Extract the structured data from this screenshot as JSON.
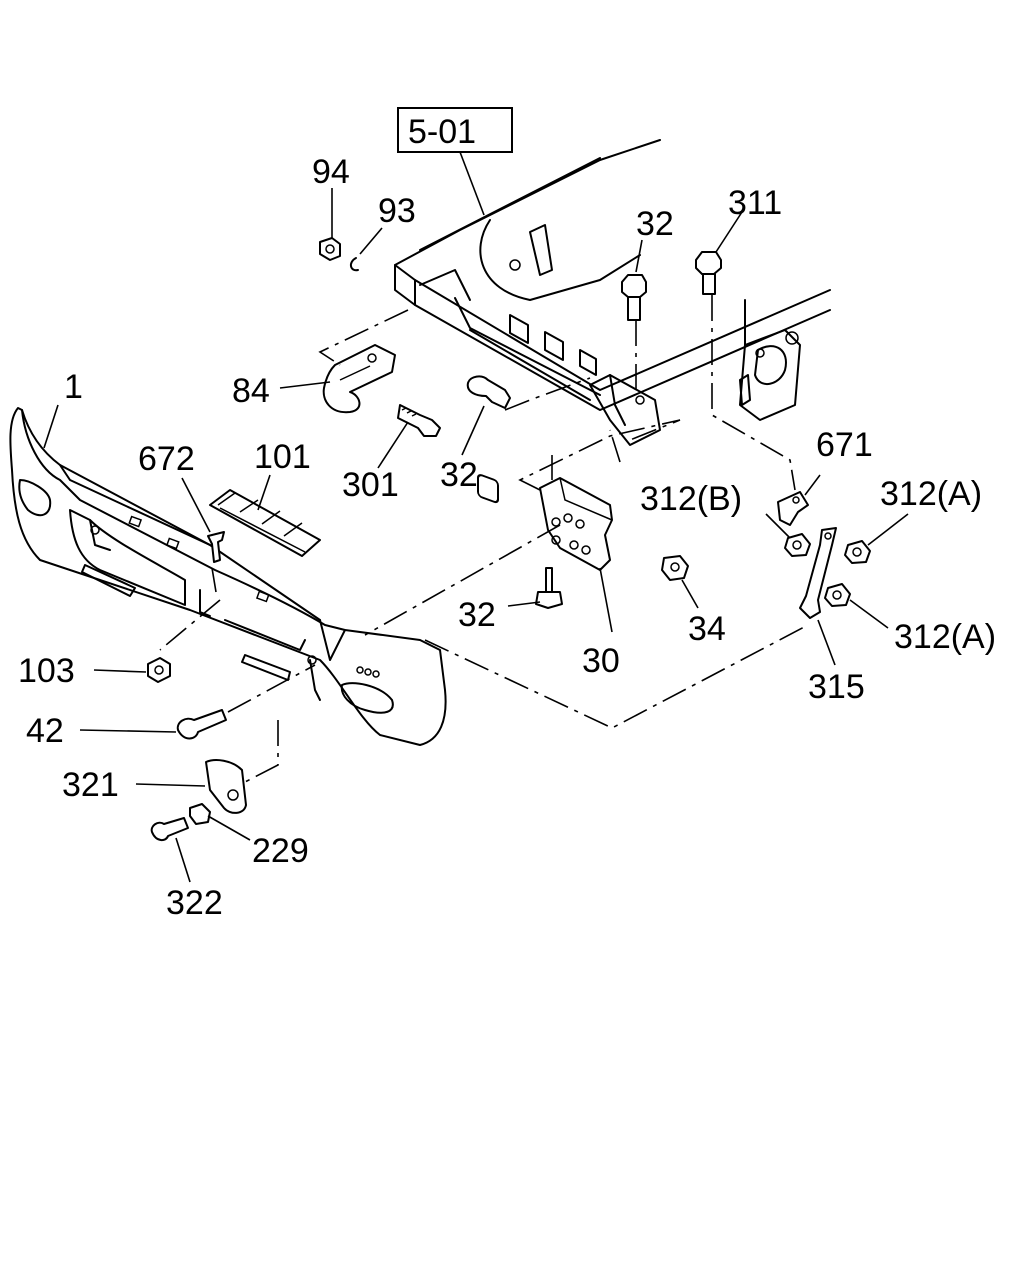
{
  "labels": {
    "ref_section": "5-01",
    "p94": "94",
    "p93": "93",
    "p32_top": "32",
    "p311": "311",
    "p84": "84",
    "p1": "1",
    "p301": "301",
    "p32_frame": "32",
    "p672": "672",
    "p101": "101",
    "p671": "671",
    "p312b": "312(B)",
    "p312a_upper": "312(A)",
    "p32_lower": "32",
    "p34": "34",
    "p312a_lower": "312(A)",
    "p30": "30",
    "p315": "315",
    "p103": "103",
    "p42": "42",
    "p321": "321",
    "p229": "229",
    "p322": "322"
  }
}
